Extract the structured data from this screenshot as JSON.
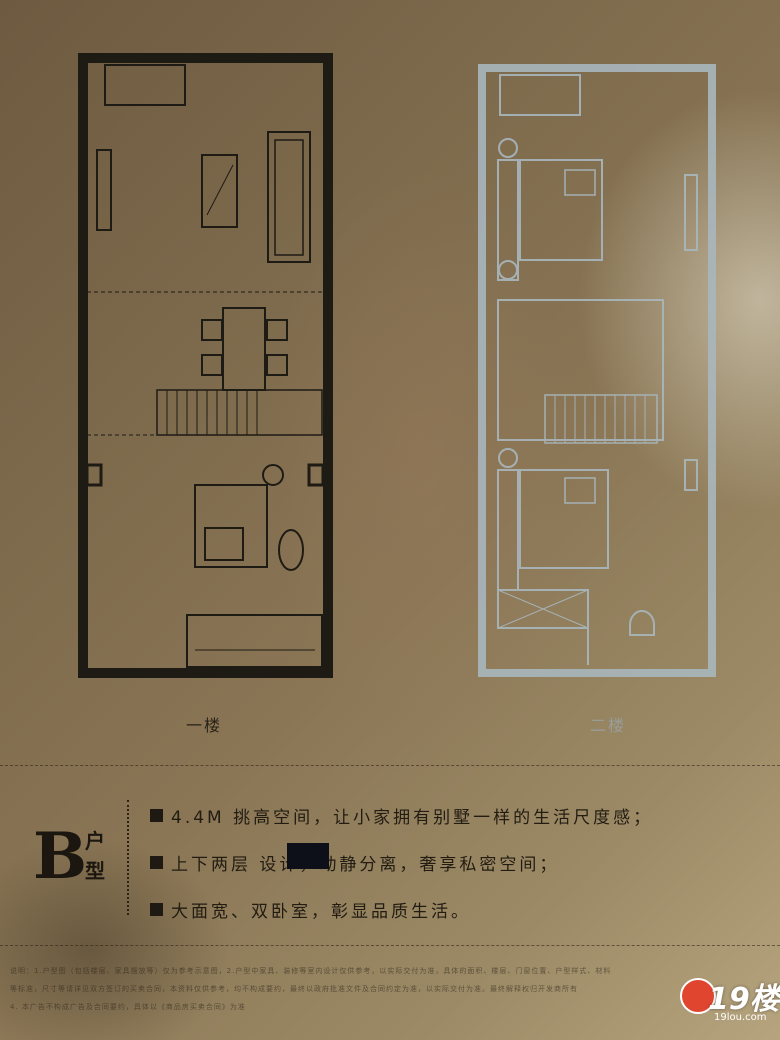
{
  "floors": [
    {
      "label": "一楼"
    },
    {
      "label": "二楼"
    }
  ],
  "unit": {
    "letter": "B",
    "suffix": "户型"
  },
  "features": [
    {
      "text": "4.4M 挑高空间，让小家拥有别墅一样的生活尺度感；"
    },
    {
      "text": "上下两层  设计，动静分离，奢享私密空间；"
    },
    {
      "text": "大面宽、双卧室，彰显品质生活。"
    }
  ],
  "footnote": [
    "说明：1.户型图（包括楼层、家具摆放等）仅为参考示意图，2.户型中家具、装修等室内设计仅供参考，以实际交付为准，具体的面积、楼层、门窗位置、户型样式、材料",
    "等标准，尺寸等请详见双方签订的买卖合同，本资料仅供参考，均不构成要约，最终以政府批准文件及合同约定为准，以实际交付为准。最终解释权归开发商所有",
    "4. 本广告不构成广告及合同要约，具体以《商品房买卖合同》为准"
  ],
  "watermark": {
    "logo_text": "19楼",
    "url": "19lou.com"
  },
  "colors": {
    "plate": "#8a7655",
    "ink_floor1": "#1e1a14",
    "ink_floor2": "#a9b7be"
  }
}
